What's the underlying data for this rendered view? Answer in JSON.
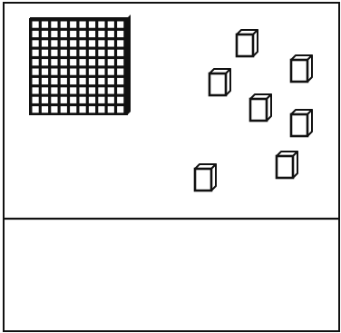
{
  "figure": {
    "hundred_block": {
      "rows": 10,
      "columns": 10
    },
    "unit_cube_count": 7
  }
}
